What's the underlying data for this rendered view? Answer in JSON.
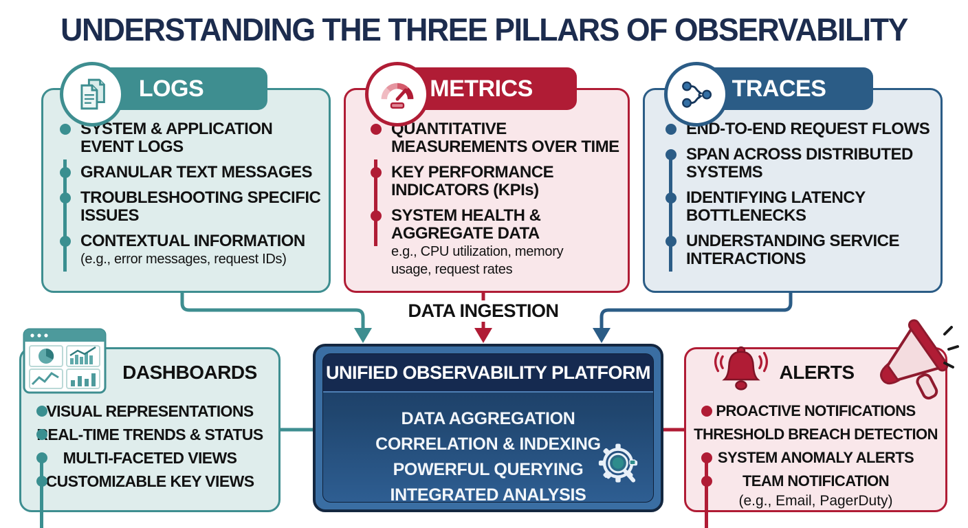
{
  "title": "UNDERSTANDING THE THREE PILLARS OF OBSERVABILITY",
  "colors": {
    "logs_accent": "#3E8E90",
    "logs_bg": "#DFEDEC",
    "metrics_accent": "#B01C35",
    "metrics_bg": "#F9E7EA",
    "traces_accent": "#2B5C86",
    "traces_bg": "#E4EBF1",
    "title_navy": "#1C2C4E",
    "platform_navy": "#1B3A63"
  },
  "pillars": [
    {
      "label": "LOGS",
      "icon": "documents-icon",
      "bullets": [
        {
          "text": "SYSTEM & APPLICATION\nEVENT LOGS"
        },
        {
          "text": "GRANULAR TEXT MESSAGES"
        },
        {
          "text": "TROUBLESHOOTING SPECIFIC\nISSUES"
        },
        {
          "text": "CONTEXTUAL INFORMATION",
          "note": "(e.g., error messages, request IDs)"
        }
      ]
    },
    {
      "label": "METRICS",
      "icon": "gauge-icon",
      "bullets": [
        {
          "text": "QUANTITATIVE\nMEASUREMENTS OVER TIME"
        },
        {
          "text": "KEY PERFORMANCE\nINDICATORS (KPIs)"
        },
        {
          "text": "SYSTEM HEALTH &\nAGGREGATE DATA",
          "note": "e.g., CPU utilization, memory\nusage, request rates"
        }
      ]
    },
    {
      "label": "TRACES",
      "icon": "branch-icon",
      "bullets": [
        {
          "text": "END-TO-END REQUEST FLOWS"
        },
        {
          "text": "SPAN ACROSS DISTRIBUTED\nSYSTEMS"
        },
        {
          "text": "IDENTIFYING LATENCY\nBOTTLENECKS"
        },
        {
          "text": "UNDERSTANDING SERVICE\nINTERACTIONS"
        }
      ]
    }
  ],
  "ingestion_label": "DATA INGESTION",
  "platform": {
    "title": "UNIFIED OBSERVABILITY PLATFORM",
    "icon": "gear-magnifier-icon",
    "items": [
      "DATA AGGREGATION",
      "CORRELATION & INDEXING",
      "POWERFUL QUERYING",
      "INTEGRATED ANALYSIS"
    ]
  },
  "dashboards": {
    "label": "DASHBOARDS",
    "icon": "dashboard-window-icon",
    "bullets": [
      {
        "text": "VISUAL REPRESENTATIONS"
      },
      {
        "text": "REAL-TIME TRENDS & STATUS"
      },
      {
        "text": "MULTI-FACETED VIEWS"
      },
      {
        "text": "CUSTOMIZABLE KEY VIEWS"
      }
    ]
  },
  "alerts": {
    "label": "ALERTS",
    "icons": [
      "bell-icon",
      "megaphone-icon"
    ],
    "bullets": [
      {
        "text": "PROACTIVE NOTIFICATIONS"
      },
      {
        "text": "THRESHOLD BREACH DETECTION"
      },
      {
        "text": "SYSTEM ANOMALY ALERTS"
      },
      {
        "text": "TEAM NOTIFICATION",
        "note": "(e.g., Email, PagerDuty)"
      }
    ]
  }
}
